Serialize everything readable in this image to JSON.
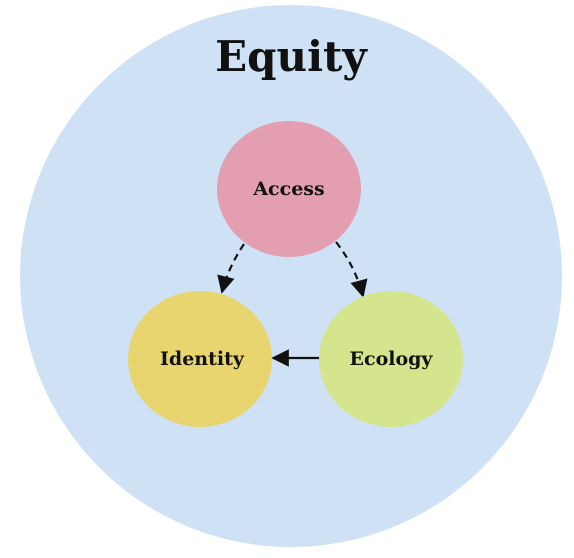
{
  "diagram": {
    "outer": {
      "label": "Equity",
      "color": "#cfe1f5"
    },
    "nodes": {
      "access": {
        "label": "Access",
        "color": "#e39fb1"
      },
      "identity": {
        "label": "Identity",
        "color": "#e8d56f"
      },
      "ecology": {
        "label": "Ecology",
        "color": "#d4e58d"
      }
    },
    "edges": [
      {
        "from": "Access",
        "to": "Identity",
        "style": "dashed"
      },
      {
        "from": "Access",
        "to": "Ecology",
        "style": "dashed"
      },
      {
        "from": "Ecology",
        "to": "Identity",
        "style": "solid"
      }
    ],
    "stroke_color": "#111111"
  }
}
